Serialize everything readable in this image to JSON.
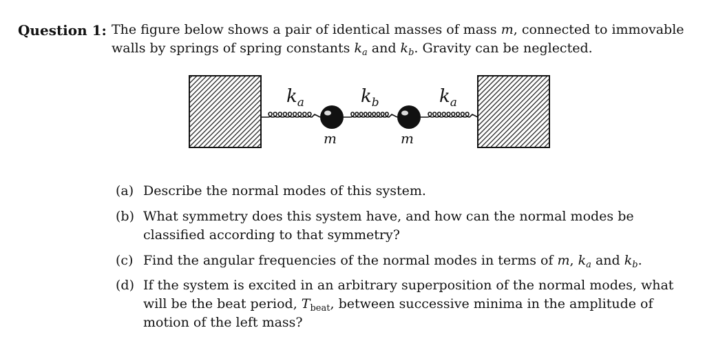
{
  "question": {
    "label": "Question 1:",
    "line1_a": "The figure below shows a pair of identical masses of mass ",
    "line1_m": "m",
    "line1_b": ", connected to immovable",
    "line2_a": "walls by springs of spring constants ",
    "line2_k1": "k",
    "line2_k1_sub": "a",
    "line2_and": " and ",
    "line2_k2": "k",
    "line2_k2_sub": "b",
    "line2_b": ". Gravity can be neglected."
  },
  "figure": {
    "spring_labels": [
      {
        "k": "k",
        "sub": "a"
      },
      {
        "k": "k",
        "sub": "b"
      },
      {
        "k": "k",
        "sub": "a"
      }
    ],
    "mass_labels": [
      "m",
      "m"
    ]
  },
  "parts": [
    {
      "label": "(a)",
      "lines": [
        "Describe the normal modes of this system."
      ]
    },
    {
      "label": "(b)",
      "lines": [
        "What symmetry does this system have, and how can the normal modes be",
        "classified according to that symmetry?"
      ]
    },
    {
      "label": "(c)",
      "text_a": "Find the angular frequencies of the normal modes in terms of ",
      "m": "m",
      "comma": ", ",
      "k1": "k",
      "k1_sub": "a",
      "and": " and ",
      "k2": "k",
      "k2_sub": "b",
      "end": "."
    },
    {
      "label": "(d)",
      "line1": "If the system is excited in an arbitrary superposition of the normal modes, what",
      "line2_a": "will be the beat period, ",
      "T": "T",
      "T_sub": "beat",
      "line2_b": ", between successive minima in the amplitude of",
      "line3": "motion of the left mass?"
    }
  ]
}
